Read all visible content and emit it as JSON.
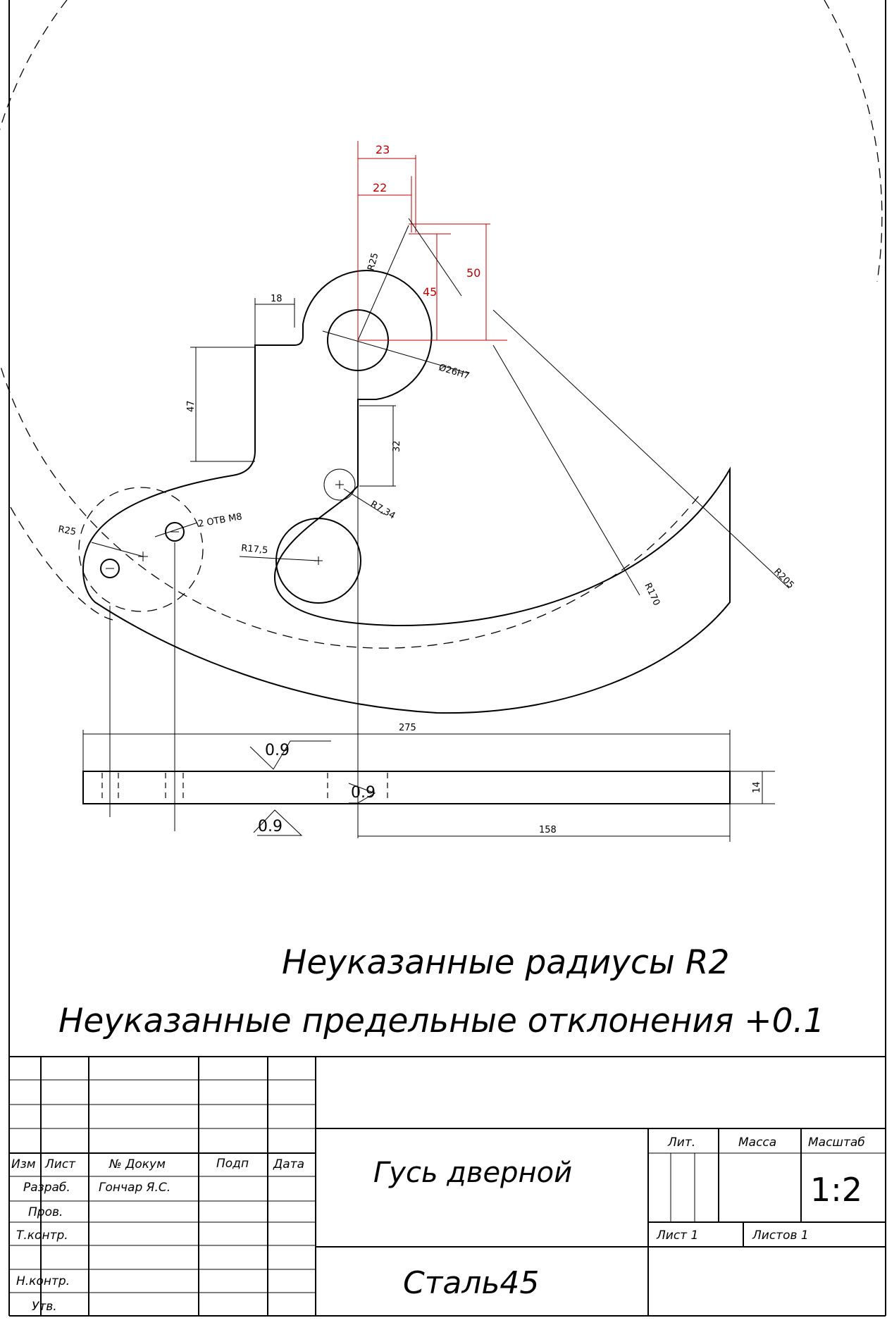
{
  "dimensions": {
    "d23": "23",
    "d22": "22",
    "d50": "50",
    "d45": "45",
    "r25_top": "R25",
    "hole": "Ø26H7",
    "d18": "18",
    "d47": "47",
    "d32": "32",
    "r7": "R7,34",
    "r25_left": "R25",
    "holes_m8": "2 ОТВ М8",
    "r175": "R17,5",
    "r170": "R170",
    "r205": "R205",
    "d275": "275",
    "d158": "158",
    "d14": "14"
  },
  "roughness": [
    "0.9",
    "0.9",
    "0.9"
  ],
  "notes": {
    "radii": "Неуказанные радиусы R2",
    "tolerances": "Неуказанные предельные отклонения +0.1"
  },
  "title_block": {
    "headers": {
      "izm": "Изм",
      "list": "Лист",
      "dokum": "№ Докум",
      "podp": "Подп",
      "data": "Дата"
    },
    "rows": {
      "razrab": "Разраб.",
      "prov": "Пров.",
      "tkontr": "Т.контр.",
      "nkontr": "Н.контр.",
      "utv": "Утв."
    },
    "author": "Гончар Я.С.",
    "part_name": "Гусь дверной",
    "material": "Сталь45",
    "lit_label": "Лит.",
    "mass_label": "Масса",
    "scale_label": "Масштаб",
    "scale_value": "1:2",
    "sheet": "Лист 1",
    "sheets": "Листов 1"
  }
}
